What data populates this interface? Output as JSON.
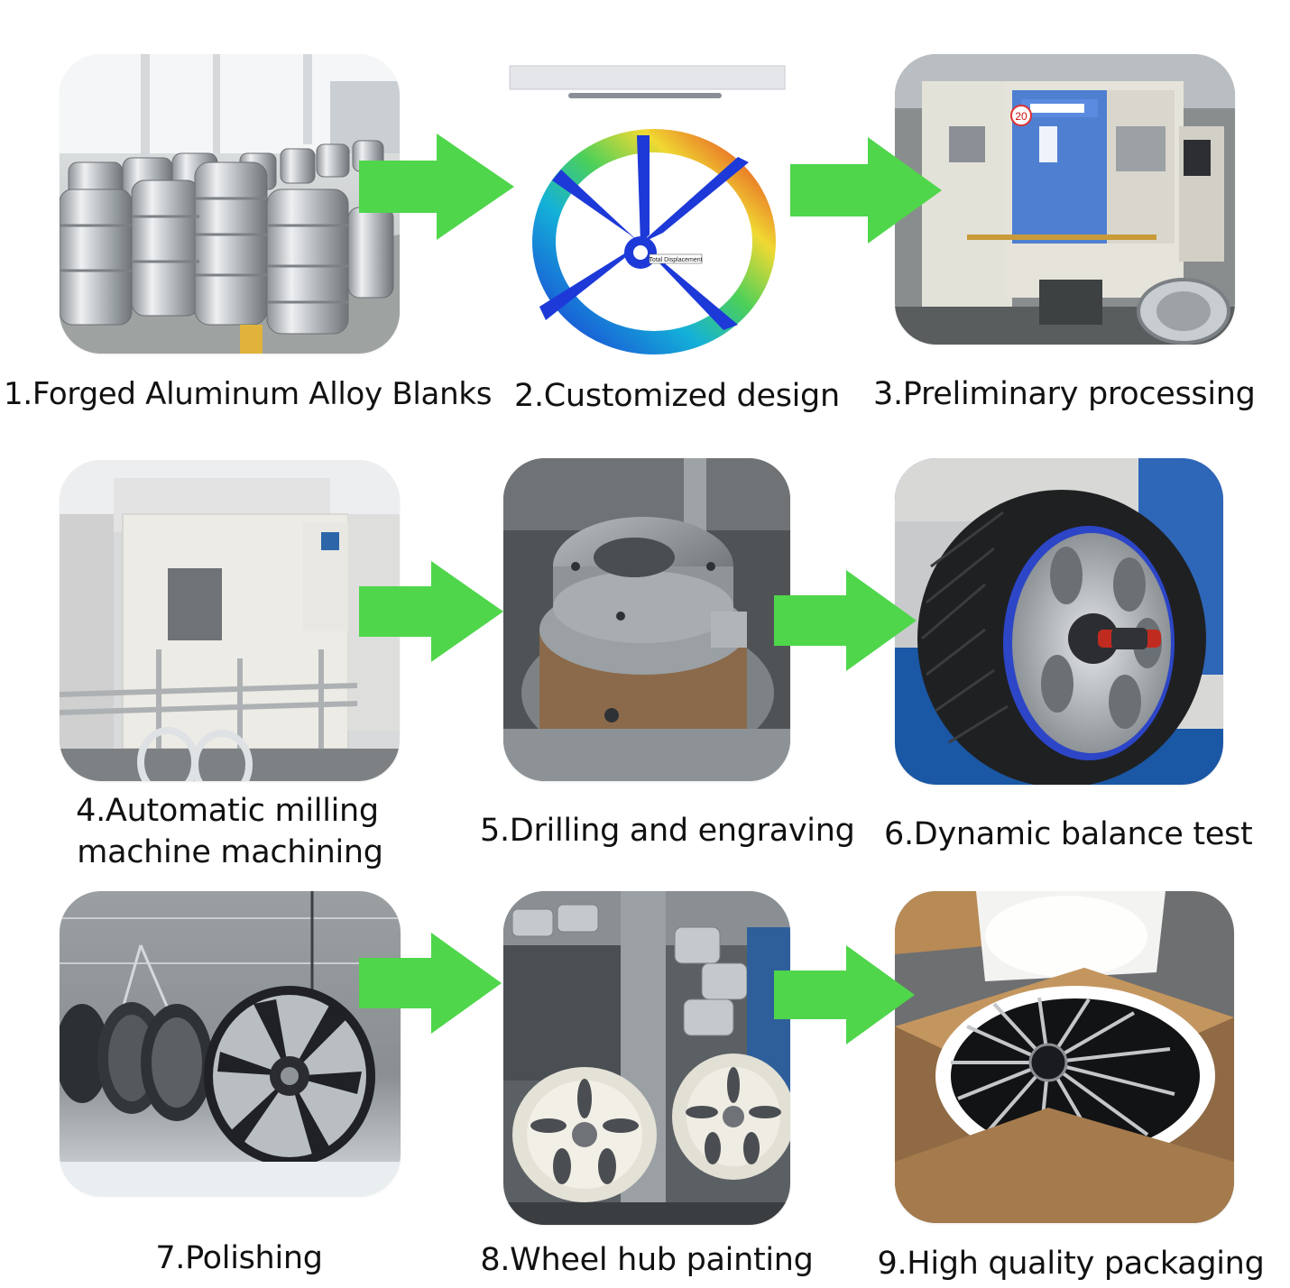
{
  "colors": {
    "arrow": "#4fd64b",
    "background": "#ffffff"
  },
  "steps": [
    {
      "caption": "1.Forged Aluminum Alloy Blanks",
      "image": "stacked-wheel-blanks-photo"
    },
    {
      "caption": "2.Customized design",
      "image": "wheel-fea-simulation-render",
      "sim_label": "Total Displacement"
    },
    {
      "caption": "3.Preliminary processing",
      "image": "cnc-machining-center-photo",
      "machine_badge": "20"
    },
    {
      "caption_line1": "4.Automatic milling",
      "caption_line2": "machine machining",
      "image": "milling-machine-photo"
    },
    {
      "caption": "5.Drilling and engraving",
      "image": "drilling-chuck-photo"
    },
    {
      "caption": "6.Dynamic balance test",
      "image": "tire-balancer-photo"
    },
    {
      "caption": "7.Polishing",
      "image": "hanging-wheels-photo"
    },
    {
      "caption": "8.Wheel hub painting",
      "image": "painted-wheels-photo"
    },
    {
      "caption": "9.High quality packaging",
      "image": "boxed-wheel-photo"
    }
  ]
}
